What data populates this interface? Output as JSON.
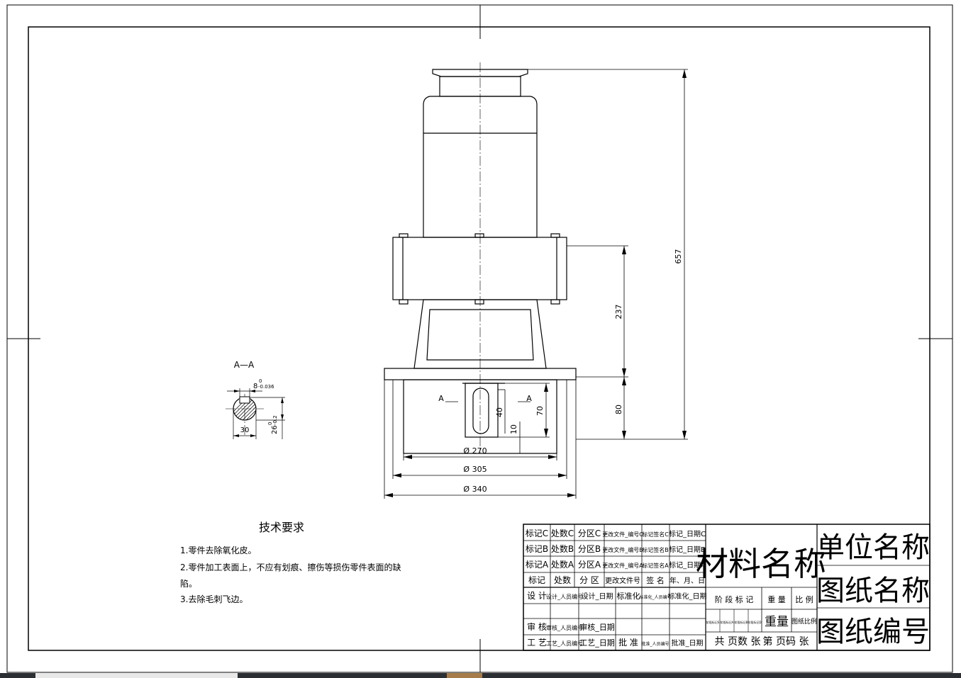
{
  "drawing": {
    "dimensions": {
      "total_height": "657",
      "flange_height": "237",
      "base_height": "80",
      "slot_width": "40",
      "slot_height": "70",
      "slot_offset": "10",
      "dia_270": "Ø 270",
      "dia_305": "Ø 305",
      "dia_340": "Ø 340",
      "section_marker_left": "A",
      "section_marker_right": "A"
    },
    "section": {
      "title": "A—A",
      "key_width": "8",
      "key_tol": "-0.036",
      "key_tol_upper": "0",
      "width_30": "30",
      "depth": "26",
      "depth_tol": "-0.2",
      "depth_tol_upper": "0"
    }
  },
  "tech_requirements": {
    "title": "技术要求",
    "items": [
      "1.零件去除氧化皮。",
      "2.零件加工表面上，不应有划痕、擦伤等损伤零件表面的缺",
      "陷。",
      "3.去除毛刺飞边。"
    ]
  },
  "title_block": {
    "rows": [
      [
        "标记C",
        "处数C",
        "分区C",
        "更改文件_编号C",
        "标记签名C",
        "标记_日期C"
      ],
      [
        "标记B",
        "处数B",
        "分区B",
        "更改文件_编号B",
        "标记签名B",
        "标记_日期B"
      ],
      [
        "标记A",
        "处数A",
        "分区A",
        "更改文件_编号A",
        "标记签名A",
        "标记_日期A"
      ],
      [
        "标记",
        "处数",
        "分 区",
        "更改文件号",
        "签 名",
        "年、月、日"
      ]
    ],
    "design_row": [
      "设 计",
      "设计_人员编号",
      "设计_日期",
      "标准化",
      "标准化_人员编号",
      "标准化_日期"
    ],
    "review_row": [
      "审 核",
      "审核_人员编号",
      "审核_日期"
    ],
    "process_row": [
      "工 艺",
      "工艺_人员编号",
      "工艺_日期",
      "批 准",
      "批准_人员编号",
      "批准_日期"
    ],
    "material": "材料名称",
    "unit": "单位名称",
    "drawing_name": "图纸名称",
    "drawing_number": "图纸编号",
    "stage_label": "阶 段 标 记",
    "weight_label": "重 量",
    "scale_label": "比 例",
    "stage_marks": [
      "阶段标记S",
      "阶段标记A",
      "阶段标记B",
      "阶段标记D"
    ],
    "weight_value": "重量",
    "scale_value": "图纸比例",
    "sheet_total": "共 页数 张",
    "sheet_no": "第 页码 张"
  },
  "colors": {
    "line": "#000000",
    "background": "#ffffff"
  }
}
